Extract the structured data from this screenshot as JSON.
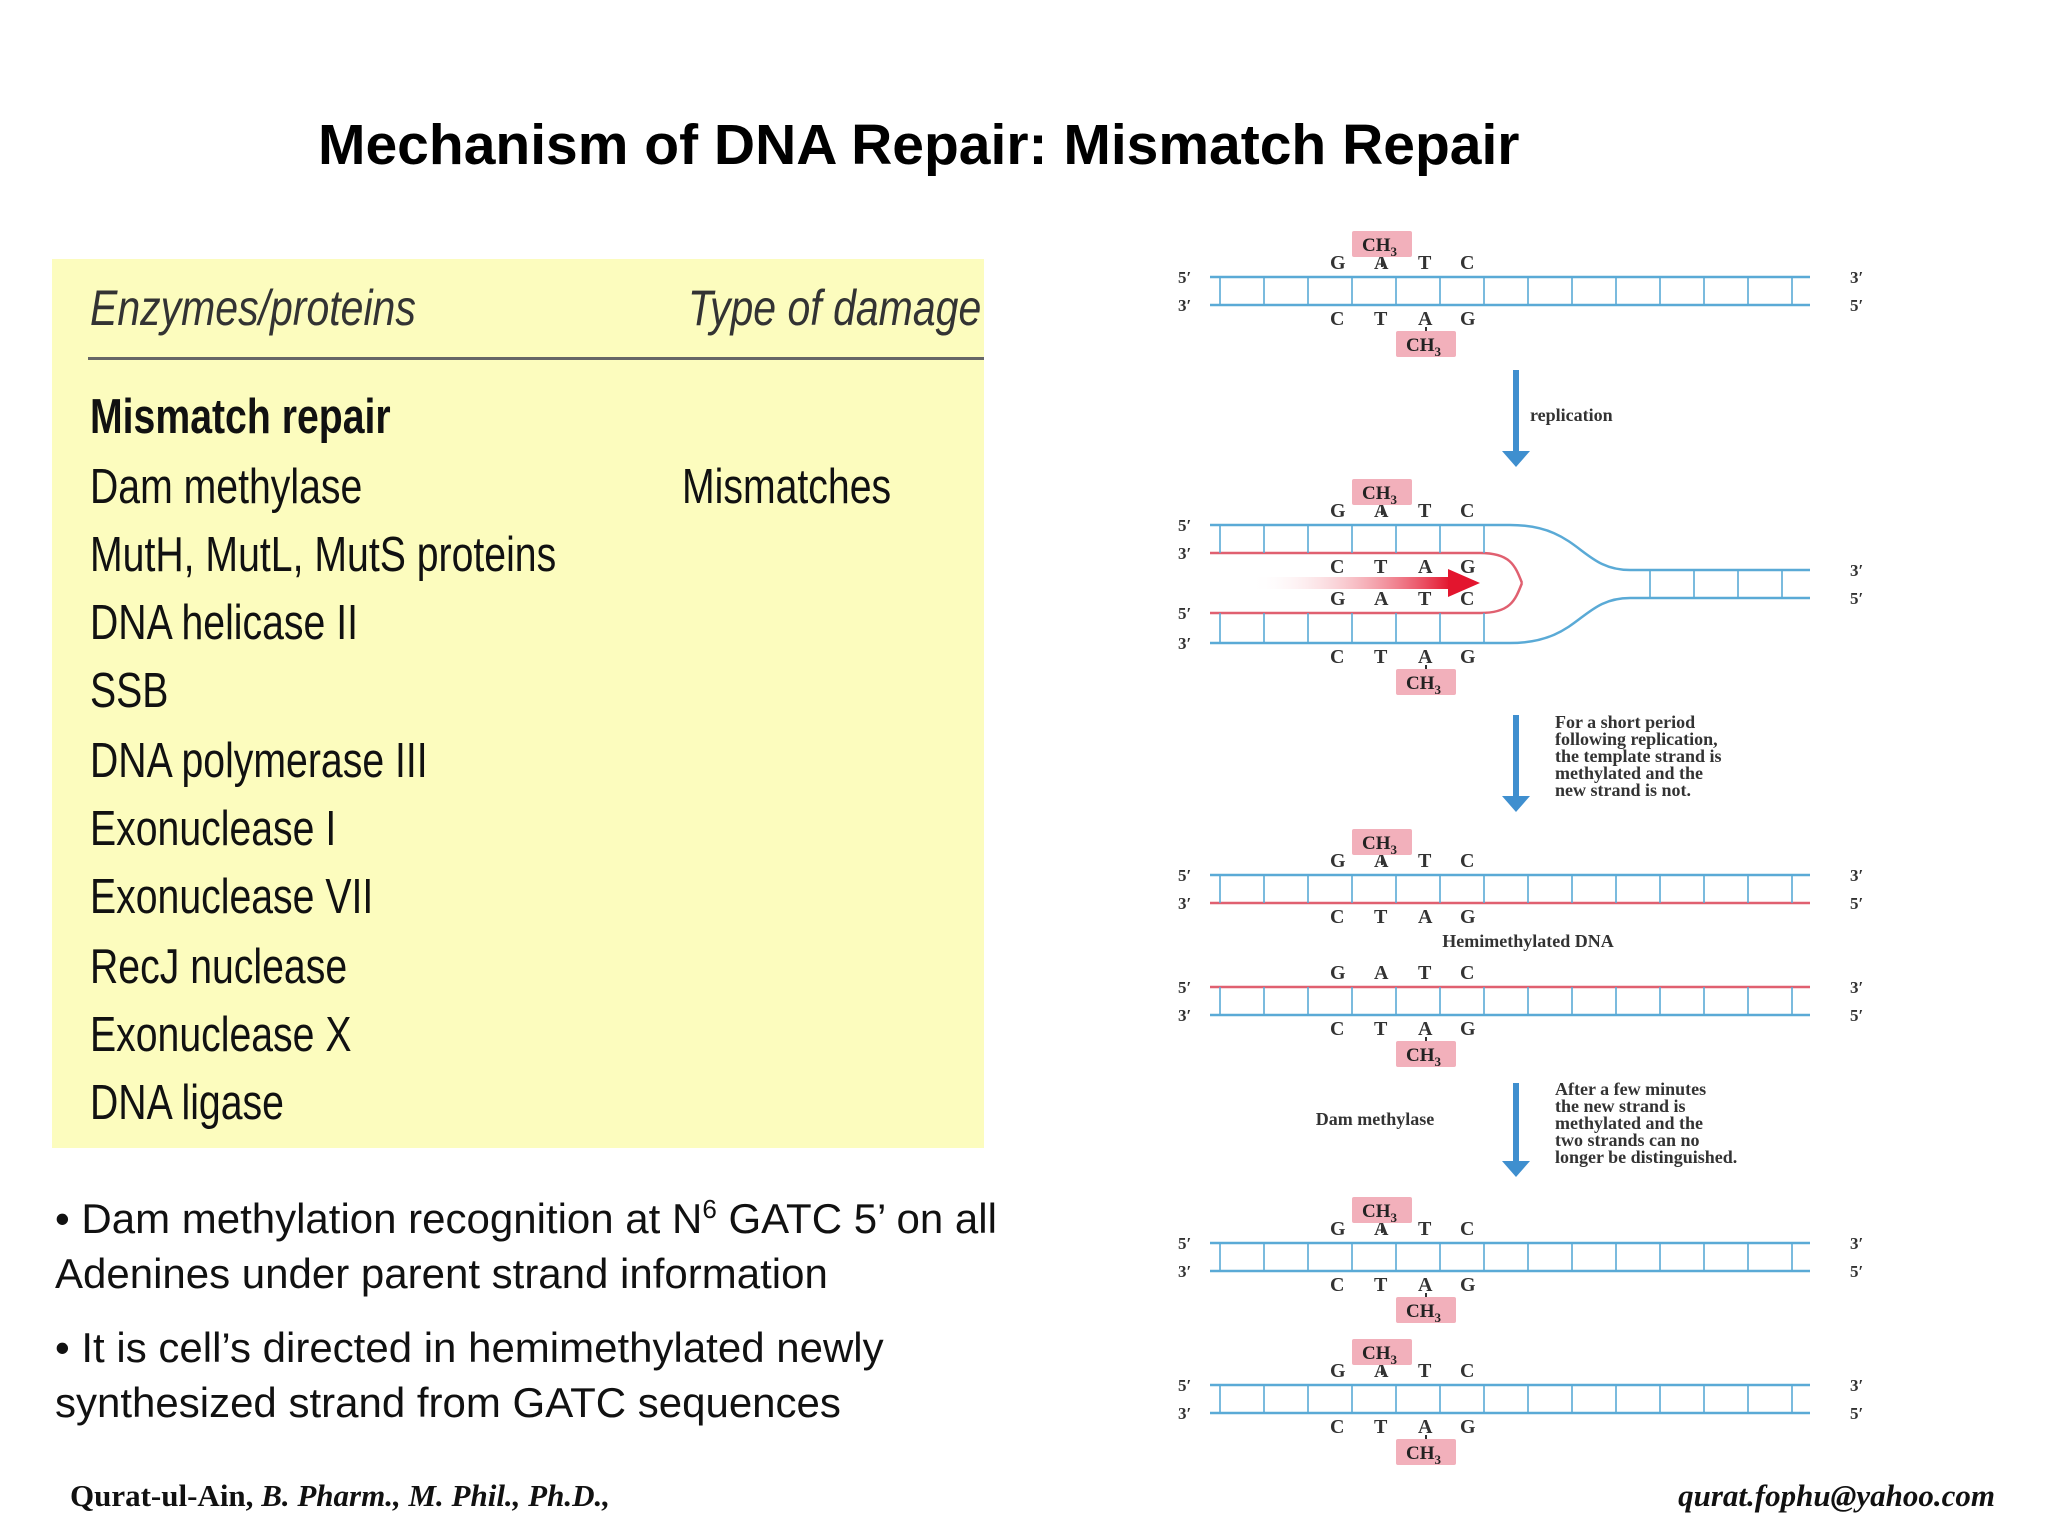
{
  "title": "Mechanism of DNA Repair: Mismatch Repair",
  "table": {
    "col_enzymes": "Enzymes/proteins",
    "col_damage": "Type of damage",
    "section_heading": "Mismatch repair",
    "damage_value": "Mismatches",
    "rows": [
      "Dam methylase",
      "MutH, MutL, MutS proteins",
      "DNA helicase II",
      "SSB",
      "DNA polymerase III",
      "Exonuclease I",
      "Exonuclease VII",
      "RecJ nuclease",
      "Exonuclease X",
      "DNA ligase"
    ]
  },
  "bullets": {
    "b1_pre": "• Dam methylation recognition at N",
    "b1_sup": "6",
    "b1_post": " GATC 5’ on all Adenines under parent strand information",
    "b2": "• It is cell’s directed in hemimethylated newly synthesized strand from GATC sequences"
  },
  "diagram": {
    "methyl": "CH3",
    "seq_top": [
      "G",
      "A",
      "T",
      "C"
    ],
    "seq_bottom": [
      "C",
      "T",
      "A",
      "G"
    ],
    "end5": "5′",
    "end3": "3′",
    "step_replication": "replication",
    "note_short_period": [
      "For a short period",
      "following replication,",
      "the template strand is",
      "methylated and the",
      "new strand is not."
    ],
    "label_hemimethylated": "Hemimethylated DNA",
    "label_dam_methylase": "Dam methylase",
    "note_after_minutes": [
      "After a few minutes",
      "the new strand is",
      "methylated and the",
      "two strands can no",
      "longer be distinguished."
    ],
    "colors": {
      "parent_strand": "#5aaad6",
      "new_strand": "#e06070",
      "methyl_box": "#f2b0bb",
      "arrow": "#3f8fcf",
      "polymerase_arrow": "#e3152e"
    }
  },
  "footer": {
    "author": "Qurat-ul-Ain,",
    "credentials": " B. Pharm., M. Phil., Ph.D.,",
    "email": "qurat.fophu@yahoo.com"
  }
}
